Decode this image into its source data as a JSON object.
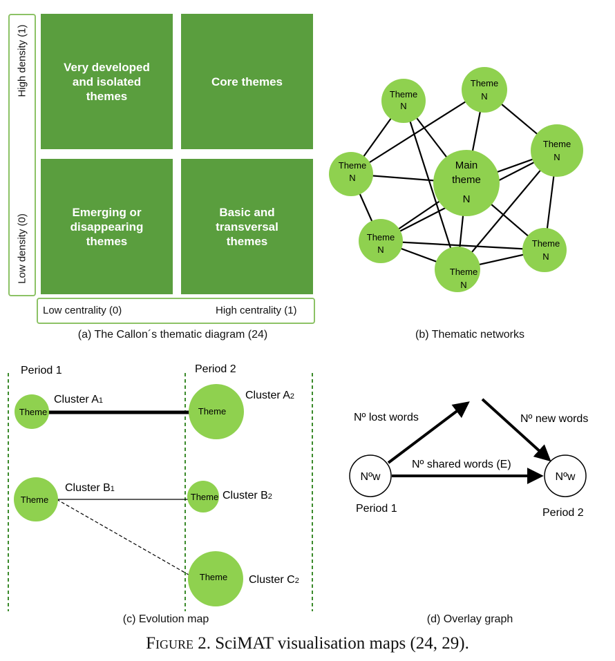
{
  "panel_a": {
    "quadrants": {
      "top_left": "Very developed\nand isolated\nthemes",
      "top_right": "Core themes",
      "bottom_left": "Emerging or\ndisappearing\nthemes",
      "bottom_right": "Basic and\ntransversal\nthemes"
    },
    "y_axis": {
      "high": "High density (1)",
      "low": "Low density (0)"
    },
    "x_axis": {
      "low": "Low centrality (0)",
      "high": "High centrality (1)"
    },
    "caption": "(a) The Callon´s thematic diagram (24)"
  },
  "panel_b": {
    "nodes": [
      {
        "id": "main",
        "l1": "Main",
        "l2": "theme",
        "l3": "N"
      },
      {
        "id": "n1",
        "l1": "Theme",
        "l2": "N"
      },
      {
        "id": "n2",
        "l1": "Theme",
        "l2": "N"
      },
      {
        "id": "n3",
        "l1": "Theme",
        "l2": "N"
      },
      {
        "id": "n4",
        "l1": "Theme",
        "l2": "N"
      },
      {
        "id": "n5",
        "l1": "Theme",
        "l2": "N"
      },
      {
        "id": "n6",
        "l1": "Theme",
        "l2": "N"
      },
      {
        "id": "n7",
        "l1": "Theme",
        "l2": "N"
      }
    ],
    "caption": "(b) Thematic networks"
  },
  "panel_c": {
    "period1": "Period 1",
    "period2": "Period 2",
    "theme_label": "Theme",
    "clusters": {
      "a1": {
        "name": "Cluster A",
        "sub": "1"
      },
      "a2": {
        "name": "Cluster A",
        "sub": "2"
      },
      "b1": {
        "name": "Cluster B",
        "sub": "1"
      },
      "b2": {
        "name": "Cluster B",
        "sub": "2"
      },
      "c2": {
        "name": "Cluster C",
        "sub": "2"
      }
    },
    "caption": "(c) Evolution map"
  },
  "panel_d": {
    "node_label": "Nºw",
    "lost": "Nº lost words",
    "new": "Nº new words",
    "shared": "Nº shared words (E)",
    "period1": "Period 1",
    "period2": "Period 2",
    "caption": "(d) Overlay graph"
  },
  "figure_caption": {
    "prefix": "Figure 2.",
    "text": "SciMAT visualisation maps (24, 29)."
  },
  "colors": {
    "green": "#5a9e3e",
    "node_green": "#8fd14f",
    "axis_border": "#8cc265"
  }
}
